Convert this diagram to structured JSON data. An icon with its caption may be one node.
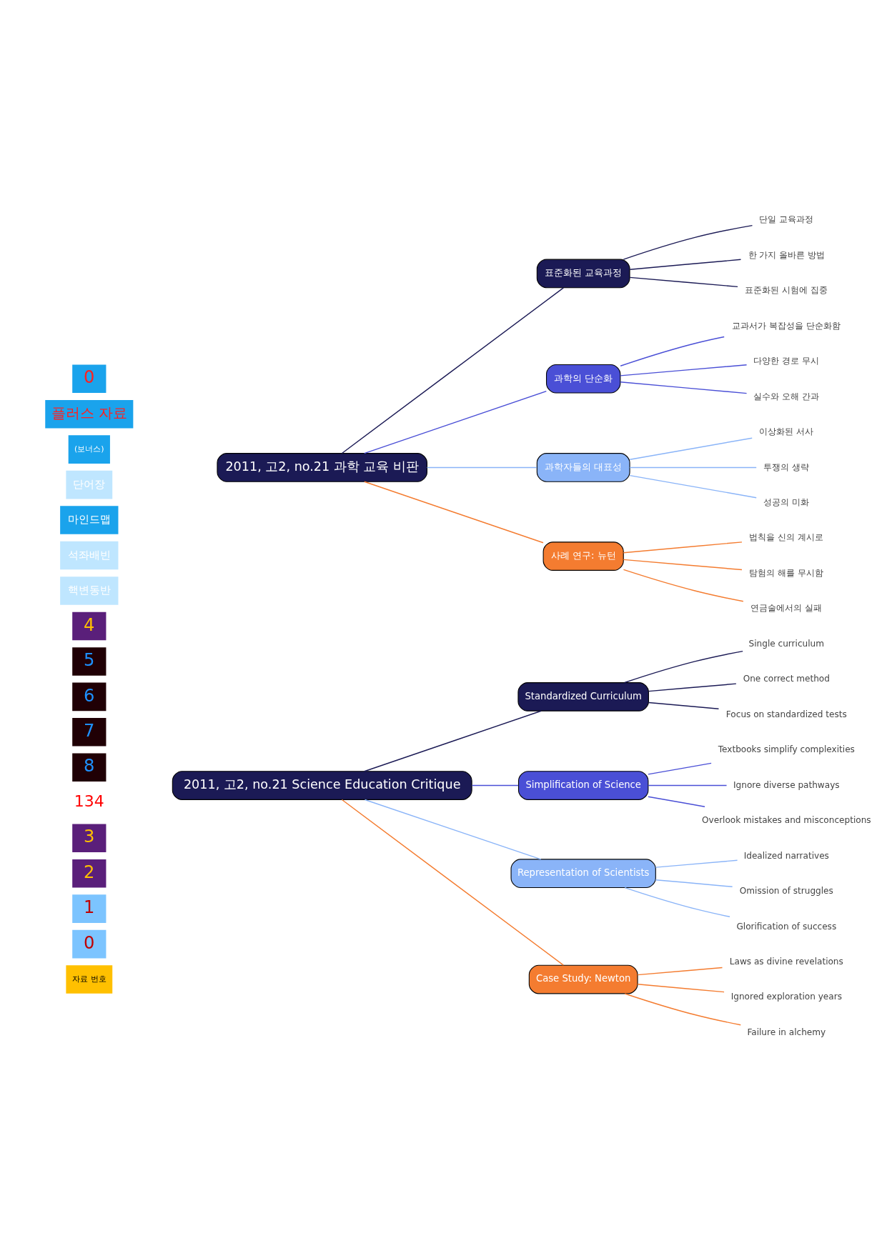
{
  "diagram": {
    "nodes": [
      {
        "text": [
          "2011, 고2, no.21 과학 교육 비판"
        ]
      },
      {
        "text": [
          "표준화된 교육과정"
        ]
      },
      {
        "text": [
          "단일 교육과정"
        ]
      },
      {
        "text": [
          "한 가지 올바른 방법"
        ]
      },
      {
        "text": [
          "표준화된 시험에 집중"
        ]
      },
      {
        "text": [
          "과학의 단순화"
        ]
      },
      {
        "text": [
          "교과서가 복잡성을 단순화함"
        ]
      },
      {
        "text": [
          "다양한 경로 무시"
        ]
      },
      {
        "text": [
          "실수와 오해 간과"
        ]
      },
      {
        "text": [
          "과학자들의 대표성"
        ]
      },
      {
        "text": [
          "이상화된 서사"
        ]
      },
      {
        "text": [
          "투쟁의 생략"
        ]
      },
      {
        "text": [
          "성공의 미화"
        ]
      },
      {
        "text": [
          "사례 연구: 뉴턴"
        ]
      },
      {
        "text": [
          "법칙을 신의 계시로"
        ]
      },
      {
        "text": [
          "탐험의 해를 무시함"
        ]
      },
      {
        "text": [
          "연금술에서의 실패"
        ]
      },
      {
        "text": [
          "2011, 고2, no.21 Science Education Critique"
        ]
      },
      {
        "text": [
          "Standardized Curriculum"
        ]
      },
      {
        "text": [
          "Single curriculum"
        ]
      },
      {
        "text": [
          "One correct method"
        ]
      },
      {
        "text": [
          "Focus on standardized tests"
        ]
      },
      {
        "text": [
          "Simplification of Science"
        ]
      },
      {
        "text": [
          "Textbooks simplify complexities"
        ]
      },
      {
        "text": [
          "Ignore diverse pathways"
        ]
      },
      {
        "text": [
          "Overlook mistakes and misconceptions"
        ]
      },
      {
        "text": [
          "Representation of Scientists"
        ]
      },
      {
        "text": [
          "Idealized narratives"
        ]
      },
      {
        "text": [
          "Omission of struggles"
        ]
      },
      {
        "text": [
          "Glorification of success"
        ]
      },
      {
        "text": [
          "Case Study: Newton"
        ]
      },
      {
        "text": [
          "Laws as divine revelations"
        ]
      },
      {
        "text": [
          "Ignored exploration years"
        ]
      },
      {
        "text": [
          "Failure in alchemy"
        ]
      }
    ],
    "edges": [
      {
        "from": 0,
        "to": 1,
        "arrow": "none",
        "color": "#1b1a55"
      },
      {
        "from": 1,
        "to": 2,
        "arrow": "none",
        "color": "#1b1a55"
      },
      {
        "from": 1,
        "to": 3,
        "arrow": "none",
        "color": "#1b1a55"
      },
      {
        "from": 1,
        "to": 4,
        "arrow": "none",
        "color": "#1b1a55"
      },
      {
        "from": 0,
        "to": 5,
        "arrow": "none",
        "color": "#4a4fd6"
      },
      {
        "from": 5,
        "to": 6,
        "arrow": "none",
        "color": "#4a4fd6"
      },
      {
        "from": 5,
        "to": 7,
        "arrow": "none",
        "color": "#4a4fd6"
      },
      {
        "from": 5,
        "to": 8,
        "arrow": "none",
        "color": "#4a4fd6"
      },
      {
        "from": 0,
        "to": 9,
        "arrow": "none",
        "color": "#8ab4f8"
      },
      {
        "from": 9,
        "to": 10,
        "arrow": "none",
        "color": "#8ab4f8"
      },
      {
        "from": 9,
        "to": 11,
        "arrow": "none",
        "color": "#8ab4f8"
      },
      {
        "from": 9,
        "to": 12,
        "arrow": "none",
        "color": "#8ab4f8"
      },
      {
        "from": 0,
        "to": 13,
        "arrow": "none",
        "color": "#f47c30"
      },
      {
        "from": 13,
        "to": 14,
        "arrow": "none",
        "color": "#f47c30"
      },
      {
        "from": 13,
        "to": 15,
        "arrow": "none",
        "color": "#f47c30"
      },
      {
        "from": 13,
        "to": 16,
        "arrow": "none",
        "color": "#f47c30"
      },
      {
        "from": 17,
        "to": 18,
        "arrow": "none",
        "color": "#1b1a55"
      },
      {
        "from": 18,
        "to": 19,
        "arrow": "none",
        "color": "#1b1a55"
      },
      {
        "from": 18,
        "to": 20,
        "arrow": "none",
        "color": "#1b1a55"
      },
      {
        "from": 18,
        "to": 21,
        "arrow": "none",
        "color": "#1b1a55"
      },
      {
        "from": 17,
        "to": 22,
        "arrow": "none",
        "color": "#4a4fd6"
      },
      {
        "from": 22,
        "to": 23,
        "arrow": "none",
        "color": "#4a4fd6"
      },
      {
        "from": 22,
        "to": 24,
        "arrow": "none",
        "color": "#4a4fd6"
      },
      {
        "from": 22,
        "to": 25,
        "arrow": "none",
        "color": "#4a4fd6"
      },
      {
        "from": 17,
        "to": 26,
        "arrow": "none",
        "color": "#8ab4f8"
      },
      {
        "from": 26,
        "to": 27,
        "arrow": "none",
        "color": "#8ab4f8"
      },
      {
        "from": 26,
        "to": 28,
        "arrow": "none",
        "color": "#8ab4f8"
      },
      {
        "from": 26,
        "to": 29,
        "arrow": "none",
        "color": "#8ab4f8"
      },
      {
        "from": 17,
        "to": 30,
        "arrow": "none",
        "color": "#f47c30"
      },
      {
        "from": 30,
        "to": 31,
        "arrow": "none",
        "color": "#f47c30"
      },
      {
        "from": 30,
        "to": 32,
        "arrow": "none",
        "color": "#f47c30"
      },
      {
        "from": 30,
        "to": 33,
        "arrow": "none",
        "color": "#f47c30"
      }
    ],
    "labels": [
      "0",
      "플러스 자료",
      "(보너스)",
      "단어장",
      "마인드맵",
      "석좌배빈",
      "핵변동반",
      "자료 번호",
      "0",
      "1",
      "2",
      "3",
      "4",
      "5",
      "6",
      "7",
      "8",
      "134"
    ]
  }
}
